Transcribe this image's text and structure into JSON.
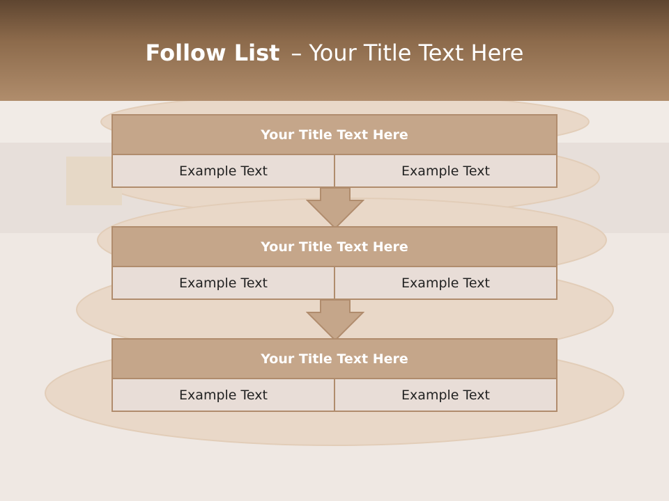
{
  "header": {
    "title_bold": "Follow List",
    "title_sep": "–",
    "title_rest": "Your Title Text Here"
  },
  "steps": [
    {
      "title": "Your Title Text Here",
      "left": "Example Text",
      "right": "Example Text"
    },
    {
      "title": "Your Title Text Here",
      "left": "Example Text",
      "right": "Example Text"
    },
    {
      "title": "Your Title Text Here",
      "left": "Example Text",
      "right": "Example Text"
    }
  ],
  "colors": {
    "header_top": "#5e4530",
    "header_bottom": "#b08d6c",
    "box_title_fill": "#c5a68a",
    "box_cell_fill": "#e8ddd7",
    "border": "#b08c6d"
  }
}
